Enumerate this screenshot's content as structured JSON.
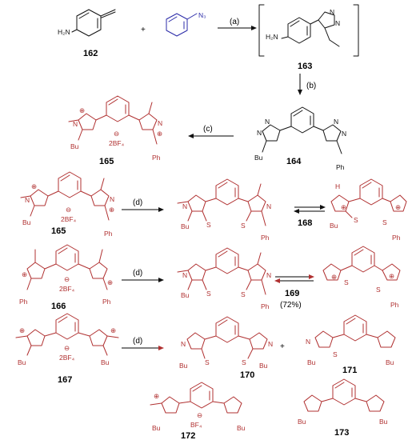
{
  "colors": {
    "red": "#b03030",
    "blue": "#2b2ba8",
    "black": "#111111"
  },
  "compounds": {
    "c162": "162",
    "c163": "163",
    "c164": "164",
    "c165": "165",
    "c165b": "165",
    "c166": "166",
    "c167": "167",
    "c168": "168",
    "c169": "169",
    "c170": "170",
    "c171": "171",
    "c172": "172",
    "c173": "173"
  },
  "conditions": {
    "a": "(a)",
    "b": "(b)",
    "c": "(c)",
    "d1": "(d)",
    "d2": "(d)",
    "d3": "(d)",
    "plus": "+",
    "plus2": "+",
    "yield169": "(72%)"
  },
  "atoms": {
    "H2N": "H₂N",
    "N3": "N₃",
    "N": "N",
    "Bu": "Bu",
    "Ph": "Ph",
    "S": "S",
    "H": "H",
    "minus": "⊖",
    "plus": "⊕",
    "BF4": "2BF₄",
    "BF4single": "BF₄"
  }
}
